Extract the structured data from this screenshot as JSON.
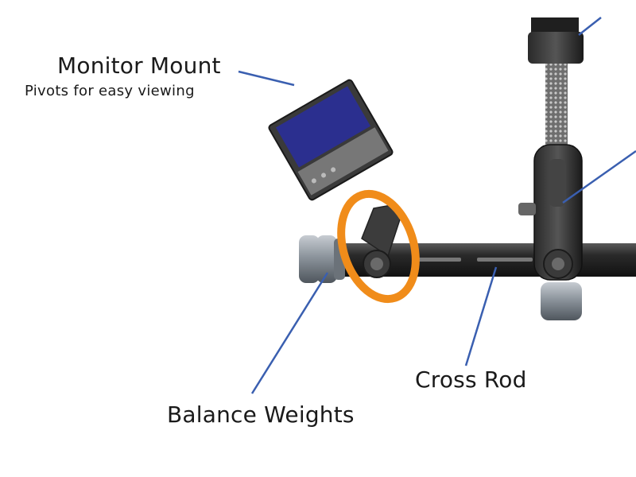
{
  "labels": {
    "monitor_mount": "Monitor Mount",
    "monitor_mount_sub": "Pivots for easy viewing",
    "cross_rod": "Cross Rod",
    "balance_weights": "Balance Weights"
  },
  "colors": {
    "callout_line": "#3a5fb0",
    "highlight_ring": "#f08c1a",
    "rod": "#2a2a2a",
    "weights": "#8c949c",
    "monitor_screen": "#2b2f8f",
    "monitor_body": "#3a3a3a",
    "post_mesh": "#9a9a9a"
  },
  "icons": {
    "highlight": "orange-ring-callout"
  }
}
